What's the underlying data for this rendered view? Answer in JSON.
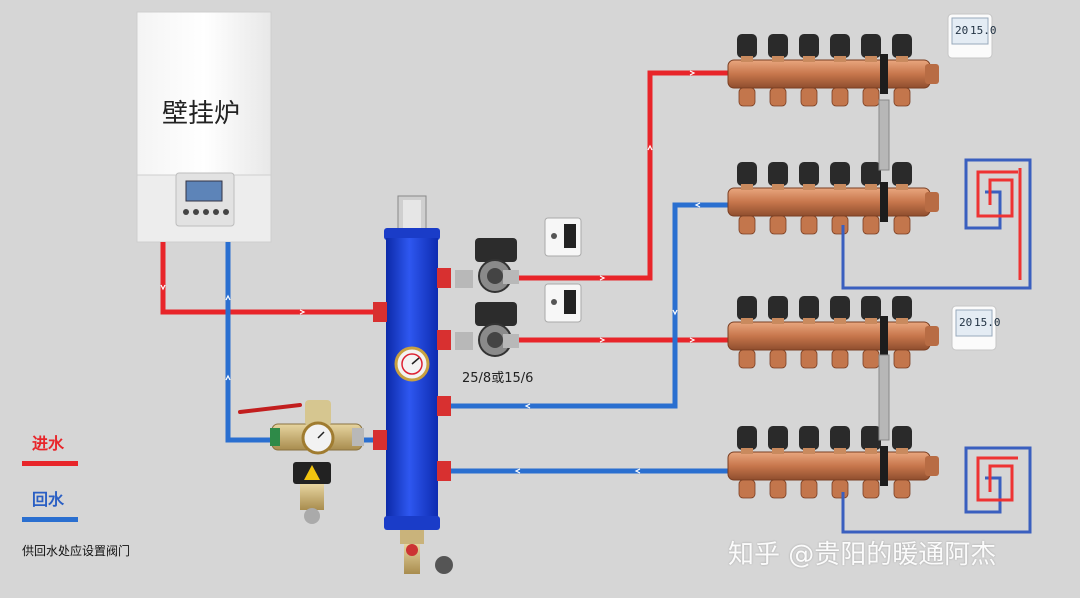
{
  "labels": {
    "boiler": "壁挂炉",
    "pump_spec": "25/8或15/6",
    "legend_supply": "进水",
    "legend_return": "回水",
    "valve_note": "供回水处应设置阀门",
    "watermark": "知乎 @贵阳的暖通阿杰"
  },
  "thermostat_display": {
    "left_reading": "20",
    "right_reading": "15.0"
  },
  "colors": {
    "supply": "#e8252a",
    "return": "#2a6fd0",
    "separator": "#1a3fd8",
    "manifold": "#c9784f"
  }
}
